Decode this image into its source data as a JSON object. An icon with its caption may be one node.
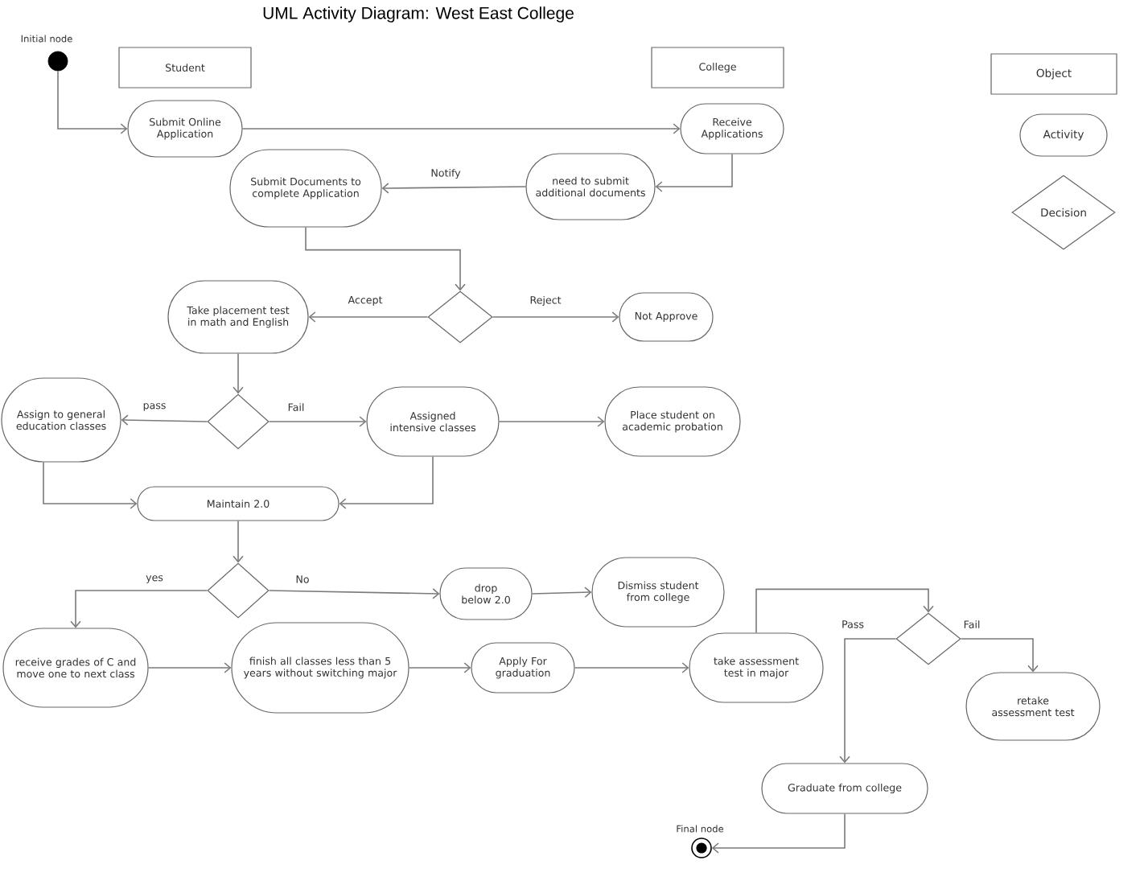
{
  "diagram": {
    "title": "UML Activity Diagram: West East College",
    "nodes": [
      {
        "text": [
          "Student"
        ]
      },
      {
        "text": [
          "College"
        ]
      },
      {
        "text": [],
        "shape": "circle",
        "beside": [
          "Initial node"
        ]
      },
      {
        "text": [
          "Submit Online Application"
        ]
      },
      {
        "text": [
          "Receive Applications"
        ]
      },
      {
        "text": [
          "need to submit additional documents"
        ]
      },
      {
        "text": [
          "Submit Documents to complete Application"
        ]
      },
      {
        "text": [],
        "shape": "diamond"
      },
      {
        "text": [
          "Take placement test in math and English"
        ]
      },
      {
        "text": [
          "Not Approve"
        ]
      },
      {
        "text": [],
        "shape": "diamond"
      },
      {
        "text": [
          "Assign to general education classes"
        ]
      },
      {
        "text": [
          "Assigned intensive classes"
        ]
      },
      {
        "text": [
          "Place student on academic probation"
        ]
      },
      {
        "text": [
          "Maintain 2.0"
        ]
      },
      {
        "text": [],
        "shape": "diamond"
      },
      {
        "text": [
          "drop below 2.0"
        ]
      },
      {
        "text": [
          "Dismiss student from college"
        ]
      },
      {
        "text": [
          "receive grades of C and move one to next class"
        ]
      },
      {
        "text": [
          "finish all classes less than 5 years without switching major"
        ]
      },
      {
        "text": [
          "Apply For graduation"
        ]
      },
      {
        "text": [
          "take assessment test in major"
        ]
      },
      {
        "text": [],
        "shape": "diamond"
      },
      {
        "text": [
          "retake assessment test"
        ]
      },
      {
        "text": [
          "Graduate from college"
        ]
      },
      {
        "text": [],
        "shape": "circle",
        "beside": [
          "Final node"
        ]
      }
    ],
    "edges": [
      {
        "from": 2,
        "to": 3,
        "arrow": "to"
      },
      {
        "from": 3,
        "to": 4,
        "arrow": "to"
      },
      {
        "from": 4,
        "to": 5,
        "arrow": "to"
      },
      {
        "from": 5,
        "to": 6,
        "arrow": "to",
        "label": "Notify"
      },
      {
        "from": 6,
        "to": 7,
        "arrow": "to"
      },
      {
        "from": 7,
        "to": 8,
        "arrow": "to",
        "label": "Accept"
      },
      {
        "from": 7,
        "to": 9,
        "arrow": "to",
        "label": "Reject"
      },
      {
        "from": 8,
        "to": 10,
        "arrow": "to"
      },
      {
        "from": 10,
        "to": 11,
        "arrow": "to",
        "label": "pass"
      },
      {
        "from": 10,
        "to": 12,
        "arrow": "to",
        "label": "Fail"
      },
      {
        "from": 12,
        "to": 13,
        "arrow": "to"
      },
      {
        "from": 11,
        "to": 14,
        "arrow": "to"
      },
      {
        "from": 12,
        "to": 14,
        "arrow": "to"
      },
      {
        "from": 14,
        "to": 15,
        "arrow": "to"
      },
      {
        "from": 15,
        "to": 18,
        "arrow": "to",
        "label": "yes"
      },
      {
        "from": 15,
        "to": 16,
        "arrow": "to",
        "label": "No"
      },
      {
        "from": 16,
        "to": 17,
        "arrow": "to"
      },
      {
        "from": 18,
        "to": 19,
        "arrow": "to"
      },
      {
        "from": 19,
        "to": 20,
        "arrow": "to"
      },
      {
        "from": 20,
        "to": 21,
        "arrow": "to"
      },
      {
        "from": 21,
        "to": 22,
        "arrow": "to"
      },
      {
        "from": 22,
        "to": 24,
        "arrow": "to",
        "label": "Pass"
      },
      {
        "from": 22,
        "to": 23,
        "arrow": "to",
        "label": "Fail"
      },
      {
        "from": 24,
        "to": 25,
        "arrow": "to"
      }
    ],
    "legend": [
      {
        "text": "Object"
      },
      {
        "text": "Activity"
      },
      {
        "text": "Decision"
      }
    ]
  }
}
